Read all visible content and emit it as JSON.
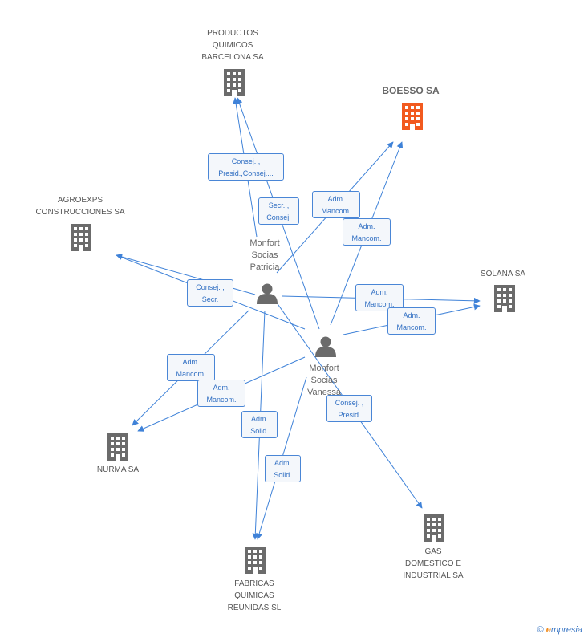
{
  "colors": {
    "edge": "#3f82d8",
    "building": "#6b6b6b",
    "main_building": "#f25a1f",
    "person": "#6b6b6b"
  },
  "companies": {
    "productos": {
      "lines": [
        "PRODUCTOS",
        "QUIMICOS",
        "BARCELONA SA"
      ]
    },
    "boesso": {
      "lines": [
        "BOESSO SA"
      ]
    },
    "agroexps": {
      "lines": [
        "AGROEXPS",
        "CONSTRUCCIONES SA"
      ]
    },
    "solana": {
      "lines": [
        "SOLANA SA"
      ]
    },
    "nurma": {
      "lines": [
        "NURMA SA"
      ]
    },
    "fabricas": {
      "lines": [
        "FABRICAS",
        "QUIMICAS",
        "REUNIDAS SL"
      ]
    },
    "gas": {
      "lines": [
        "GAS",
        "DOMESTICO E",
        "INDUSTRIAL SA"
      ]
    }
  },
  "persons": {
    "patricia": {
      "lines": [
        "Monfort",
        "Socias",
        "Patricia"
      ]
    },
    "vanessa": {
      "lines": [
        "Monfort",
        "Socias",
        "Vanessa"
      ]
    }
  },
  "relations": {
    "r1": {
      "lines": [
        "Consej. ,",
        "Presid.,Consej...."
      ]
    },
    "r2": {
      "lines": [
        "Secr. ,",
        "Consej."
      ]
    },
    "r3": {
      "lines": [
        "Adm.",
        "Mancom."
      ]
    },
    "r4": {
      "lines": [
        "Adm.",
        "Mancom."
      ]
    },
    "r5": {
      "lines": [
        "Consej. ,",
        "Secr."
      ]
    },
    "r6": {
      "lines": [
        "Adm.",
        "Mancom."
      ]
    },
    "r7": {
      "lines": [
        "Adm.",
        "Mancom."
      ]
    },
    "r8": {
      "lines": [
        "Adm.",
        "Mancom."
      ]
    },
    "r9": {
      "lines": [
        "Adm.",
        "Mancom."
      ]
    },
    "r10": {
      "lines": [
        "Adm.",
        "Solid."
      ]
    },
    "r11": {
      "lines": [
        "Consej. ,",
        "Presid."
      ]
    },
    "r12": {
      "lines": [
        "Adm.",
        "Solid."
      ]
    }
  },
  "footer": {
    "copyright": "©",
    "brand_initial": "e",
    "brand_rest": "mpresia"
  }
}
